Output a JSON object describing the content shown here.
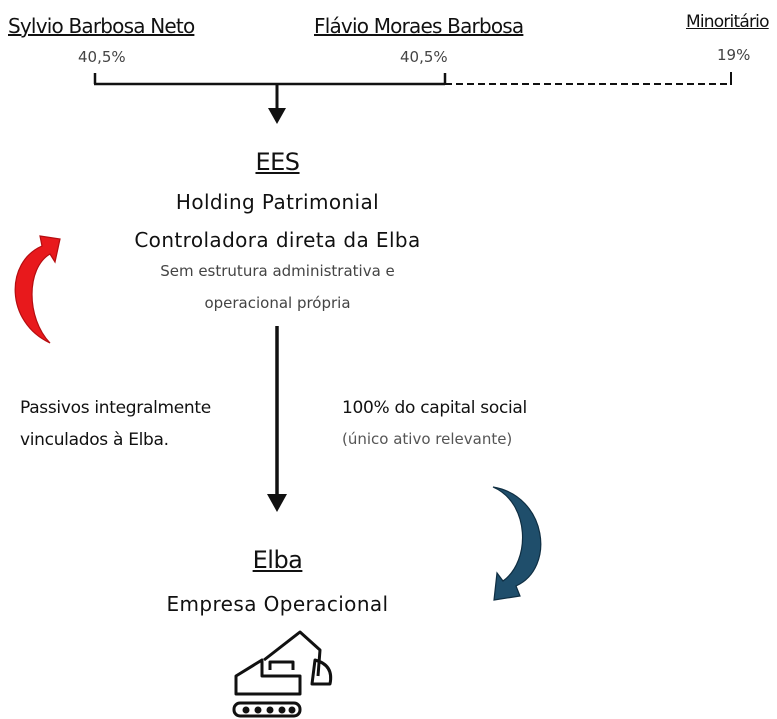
{
  "shareholders": [
    {
      "name": "Sylvio Barbosa Neto",
      "pct": "40,5%"
    },
    {
      "name": "Flávio Moraes  Barbosa",
      "pct": "40,5%"
    },
    {
      "name": "Minoritário",
      "pct": "19%"
    }
  ],
  "ees": {
    "title": "EES",
    "line1": "Holding Patrimonial",
    "line2": "Controladora direta da Elba",
    "note1": "Sem estrutura administrativa  e",
    "note2": "operacional  própria"
  },
  "left_note": {
    "line1": "Passivos integralmente",
    "line2": "vinculados  à  Elba."
  },
  "right_note": {
    "line1": "100% do capital social",
    "line2": "(único  ativo  relevante)"
  },
  "elba": {
    "title": "Elba",
    "subtitle": "Empresa Operacional"
  },
  "colors": {
    "line": "#111111",
    "red_arrow": "#e8191c",
    "blue_arrow": "#1f4e6b",
    "icon": "#111111"
  },
  "icons": {
    "machine": "excavator-icon",
    "left_arrow": "curved-arrow-up-icon",
    "right_arrow": "curved-arrow-down-icon"
  }
}
